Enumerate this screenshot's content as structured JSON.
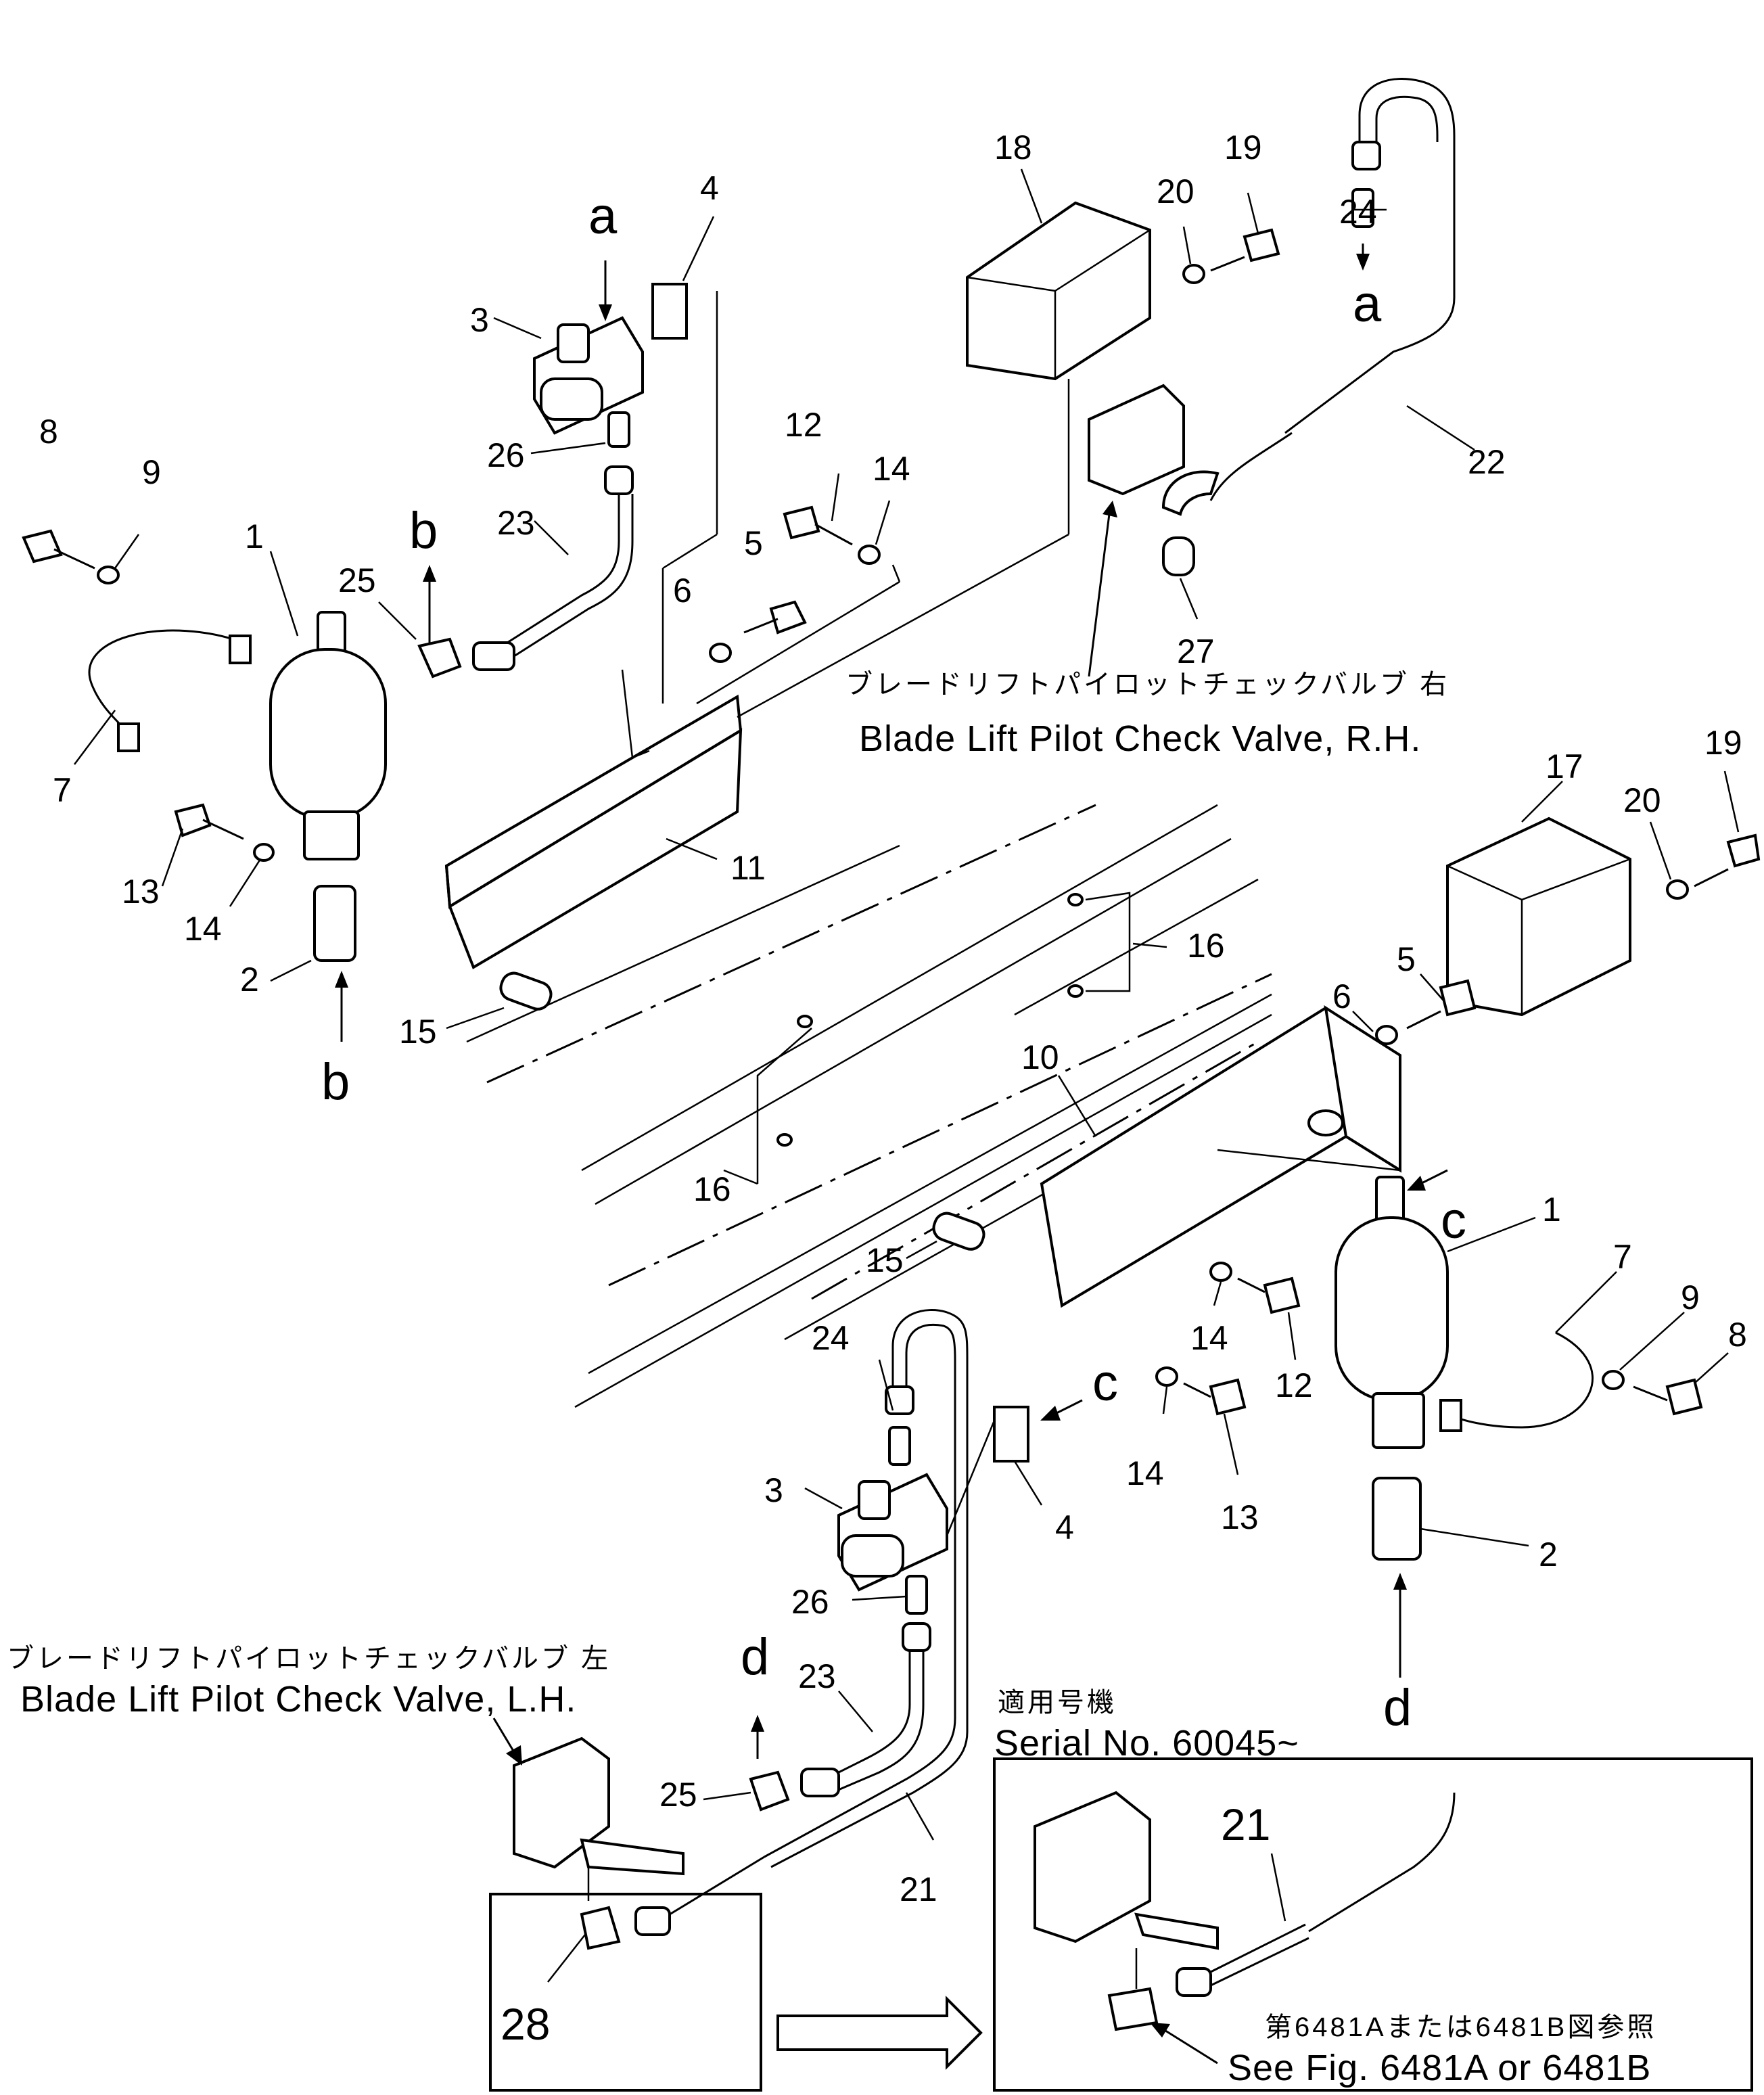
{
  "callouts": {
    "n8a": "8",
    "n9a": "9",
    "n1a": "1",
    "n7a": "7",
    "n13a": "13",
    "n14a": "14",
    "n2a": "2",
    "n15a": "15",
    "n25a": "25",
    "n23a": "23",
    "n26a": "26",
    "n3a": "3",
    "n4a": "4",
    "n11": "11",
    "n6a": "6",
    "n5a": "5",
    "n12a": "12",
    "n14b": "14",
    "n18": "18",
    "n20a": "20",
    "n19a": "19",
    "n24a": "24",
    "n22": "22",
    "n27": "27",
    "n17": "17",
    "n20b": "20",
    "n19b": "19",
    "n16a": "16",
    "n6b": "6",
    "n5b": "5",
    "n10": "10",
    "n1b": "1",
    "n7b": "7",
    "n9b": "9",
    "n8b": "8",
    "n16b": "16",
    "n15b": "15",
    "n14c": "14",
    "n12b": "12",
    "n14d": "14",
    "n13b": "13",
    "n2b": "2",
    "n24b": "24",
    "n3b": "3",
    "n4b": "4",
    "n26b": "26",
    "n23b": "23",
    "n25b": "25",
    "n21a": "21",
    "n28": "28",
    "n21b": "21"
  },
  "letters": {
    "a_top": "a",
    "a_right": "a",
    "b_top": "b",
    "b_bottom": "b",
    "c_right": "c",
    "c_bottom": "c",
    "d_left": "d",
    "d_right": "d"
  },
  "captions": {
    "rh_jp": "ブレードリフトパイロットチェックバルブ 右",
    "rh_en": "Blade Lift Pilot Check Valve, R.H.",
    "lh_jp": "ブレードリフトパイロットチェックバルブ 左",
    "lh_en": "Blade Lift Pilot Check Valve, L.H.",
    "serial_jp": "適用号機",
    "serial_en": "Serial No. 60045~",
    "ref_jp": "第6481Aまたは6481B図参照",
    "ref_en": "See Fig. 6481A or 6481B"
  }
}
